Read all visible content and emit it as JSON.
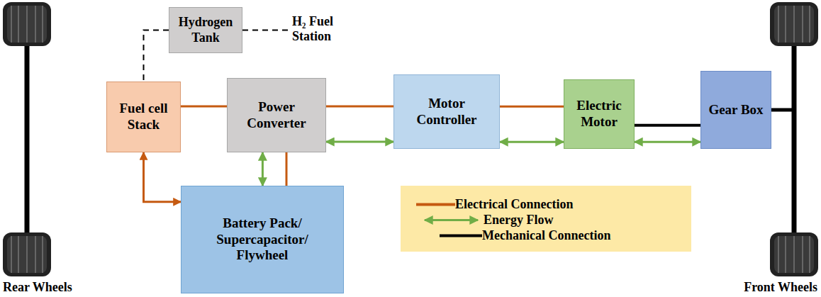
{
  "diagram": {
    "nodes": [
      {
        "text": [
          "Hydrogen Tank"
        ]
      },
      {
        "text": [
          "Fuel cell Stack"
        ]
      },
      {
        "text": [
          "Power Converter"
        ]
      },
      {
        "text": [
          "Motor Controller"
        ]
      },
      {
        "text": [
          "Electric Motor"
        ]
      },
      {
        "text": [
          "Gear Box"
        ]
      },
      {
        "text": [
          "Battery Pack/ Supercapacitor/ Flywheel"
        ]
      }
    ],
    "edges": [
      {
        "from": 0,
        "to": 1,
        "arrow": "none"
      },
      {
        "from": 1,
        "to": 2,
        "arrow": "none"
      },
      {
        "from": 2,
        "to": 3,
        "arrow": "none"
      },
      {
        "from": 2,
        "to": 3,
        "arrow": "both"
      },
      {
        "from": 3,
        "to": 4,
        "arrow": "none"
      },
      {
        "from": 3,
        "to": 4,
        "arrow": "both"
      },
      {
        "from": 4,
        "to": 5,
        "arrow": "none"
      },
      {
        "from": 4,
        "to": 5,
        "arrow": "both"
      },
      {
        "from": 2,
        "to": 6,
        "arrow": "both"
      },
      {
        "from": 2,
        "to": 6,
        "arrow": "none"
      },
      {
        "from": 1,
        "to": 6,
        "arrow": "both"
      }
    ],
    "labels": [
      "H₂ Fuel Station",
      "Rear Wheels",
      "Front Wheels"
    ],
    "legend": [
      {
        "text": "Electrical Connection"
      },
      {
        "text": "Energy Flow"
      },
      {
        "text": "Mechanical Connection"
      }
    ]
  }
}
